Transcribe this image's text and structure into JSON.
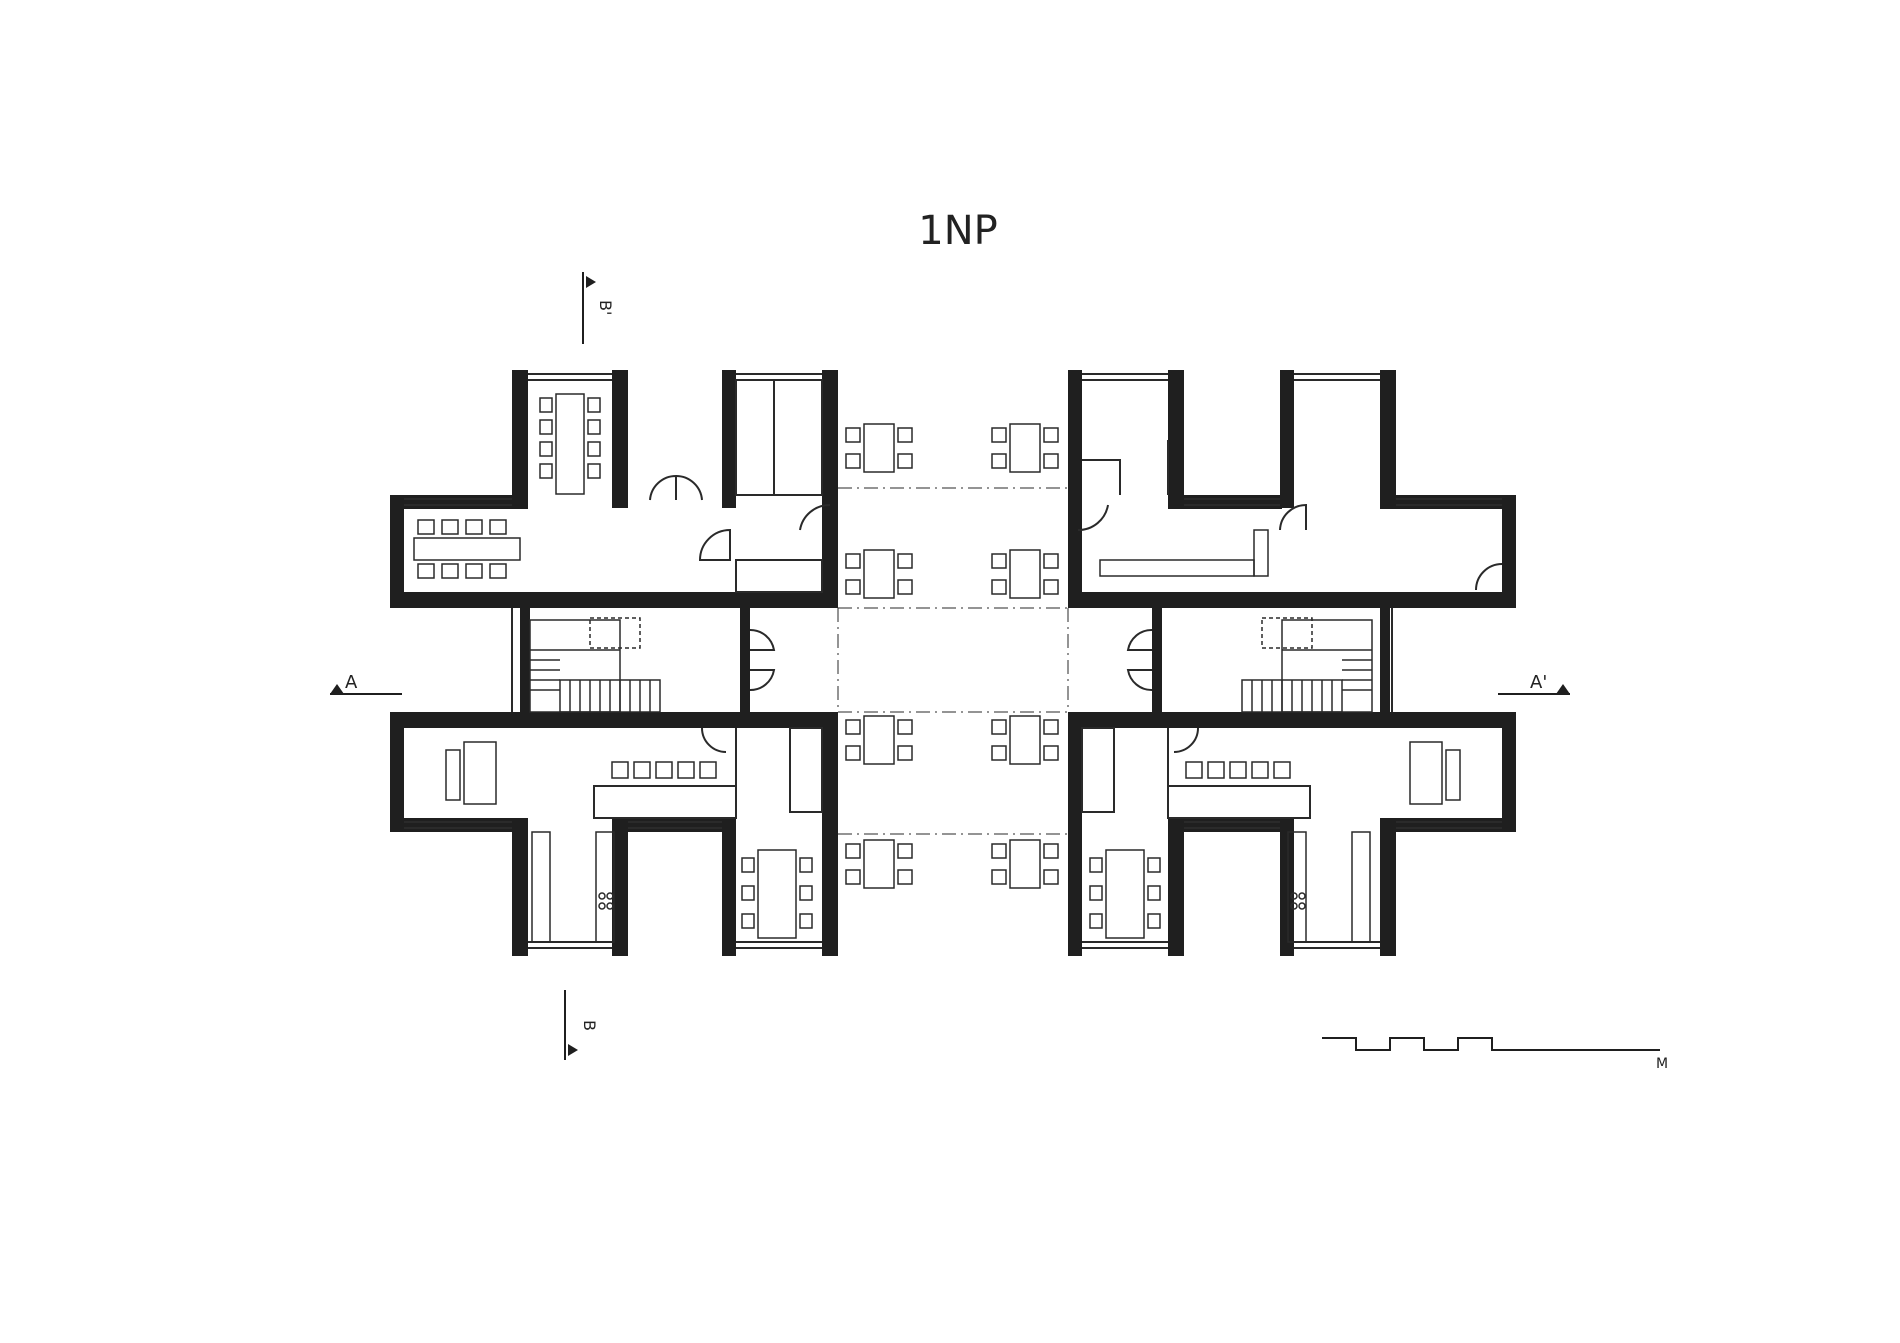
{
  "drawing": {
    "title": "1NP",
    "section_a_left": "A",
    "section_a_right": "A'",
    "section_b_top": "B'",
    "section_b_bottom": "B",
    "scale_unit": "M"
  },
  "colors": {
    "wall": "#1f1f1f",
    "line": "#2a2a2a",
    "paper": "#ffffff"
  }
}
